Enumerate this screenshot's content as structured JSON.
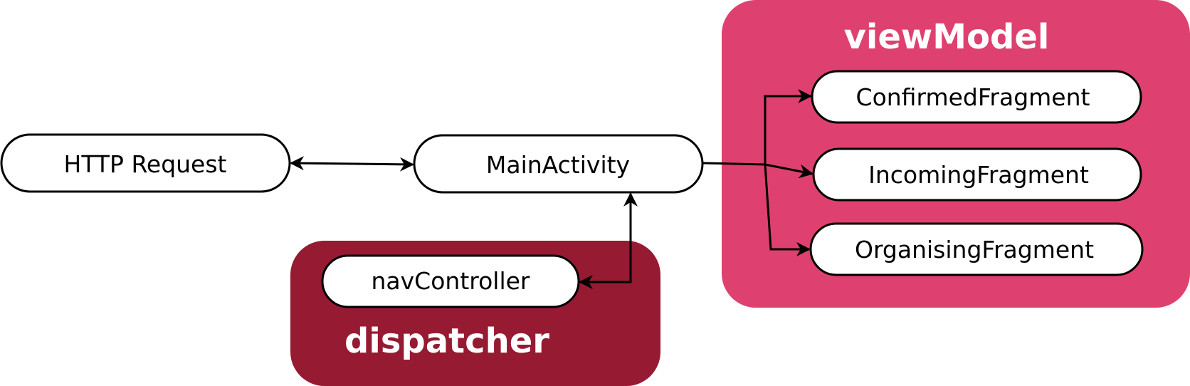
{
  "colors": {
    "viewModel_fill": "#de416f",
    "dispatcher_fill": "#961a32",
    "node_fill": "#ffffff",
    "stroke": "#000000"
  },
  "groups": {
    "viewModel": {
      "label": "viewModel"
    },
    "dispatcher": {
      "label": "dispatcher"
    }
  },
  "nodes": {
    "http_request": "HTTP Request",
    "main_activity": "MainActivity",
    "nav_controller": "navController",
    "confirmed_fragment": "ConfirmedFragment",
    "incoming_fragment": "IncomingFragment",
    "organising_fragment": "OrganisingFragment"
  }
}
